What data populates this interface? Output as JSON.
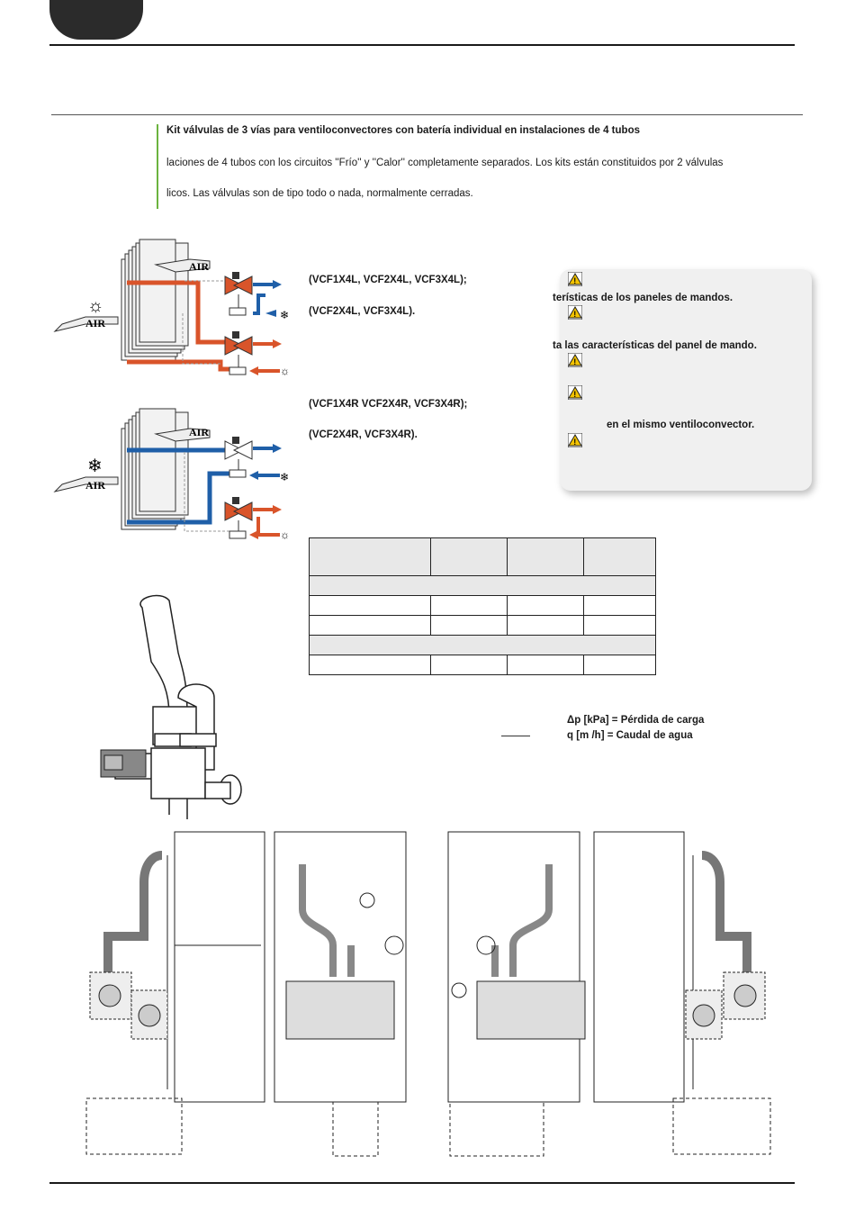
{
  "header": {
    "tab_label": ""
  },
  "section": {
    "title": "Kit válvulas de 3 vías para ventiloconvectores con batería individual en instalaciones de 4 tubos",
    "para1": "laciones de 4 tubos con los circuitos ''Frío'' y ''Calor'' completamente separados. Los kits están constituidos por 2 válvulas",
    "para2": "licos. Las válvulas son de tipo todo o nada, normalmente cerradas."
  },
  "diagrams": {
    "air_label": "AIR",
    "left_models_line1": "(VCF1X4L, VCF2X4L, VCF3X4L);",
    "left_models_line2": "(VCF2X4L, VCF3X4L).",
    "right_models_line1": "(VCF1X4R VCF2X4R, VCF3X4R);",
    "right_models_line2": "(VCF2X4R, VCF3X4R)."
  },
  "notes": {
    "n1": "terísticas de los paneles de mandos.",
    "n2": "ta las características del panel de mando.",
    "n3": "en el mismo ventiloconvector."
  },
  "legend": {
    "dp": "Δp [kPa] = Pérdida de carga",
    "q": "q [m /h] = Caudal de agua"
  },
  "colors": {
    "hot": "#d9542a",
    "cold": "#1f5fa8",
    "accent_green": "#6cb33f"
  }
}
